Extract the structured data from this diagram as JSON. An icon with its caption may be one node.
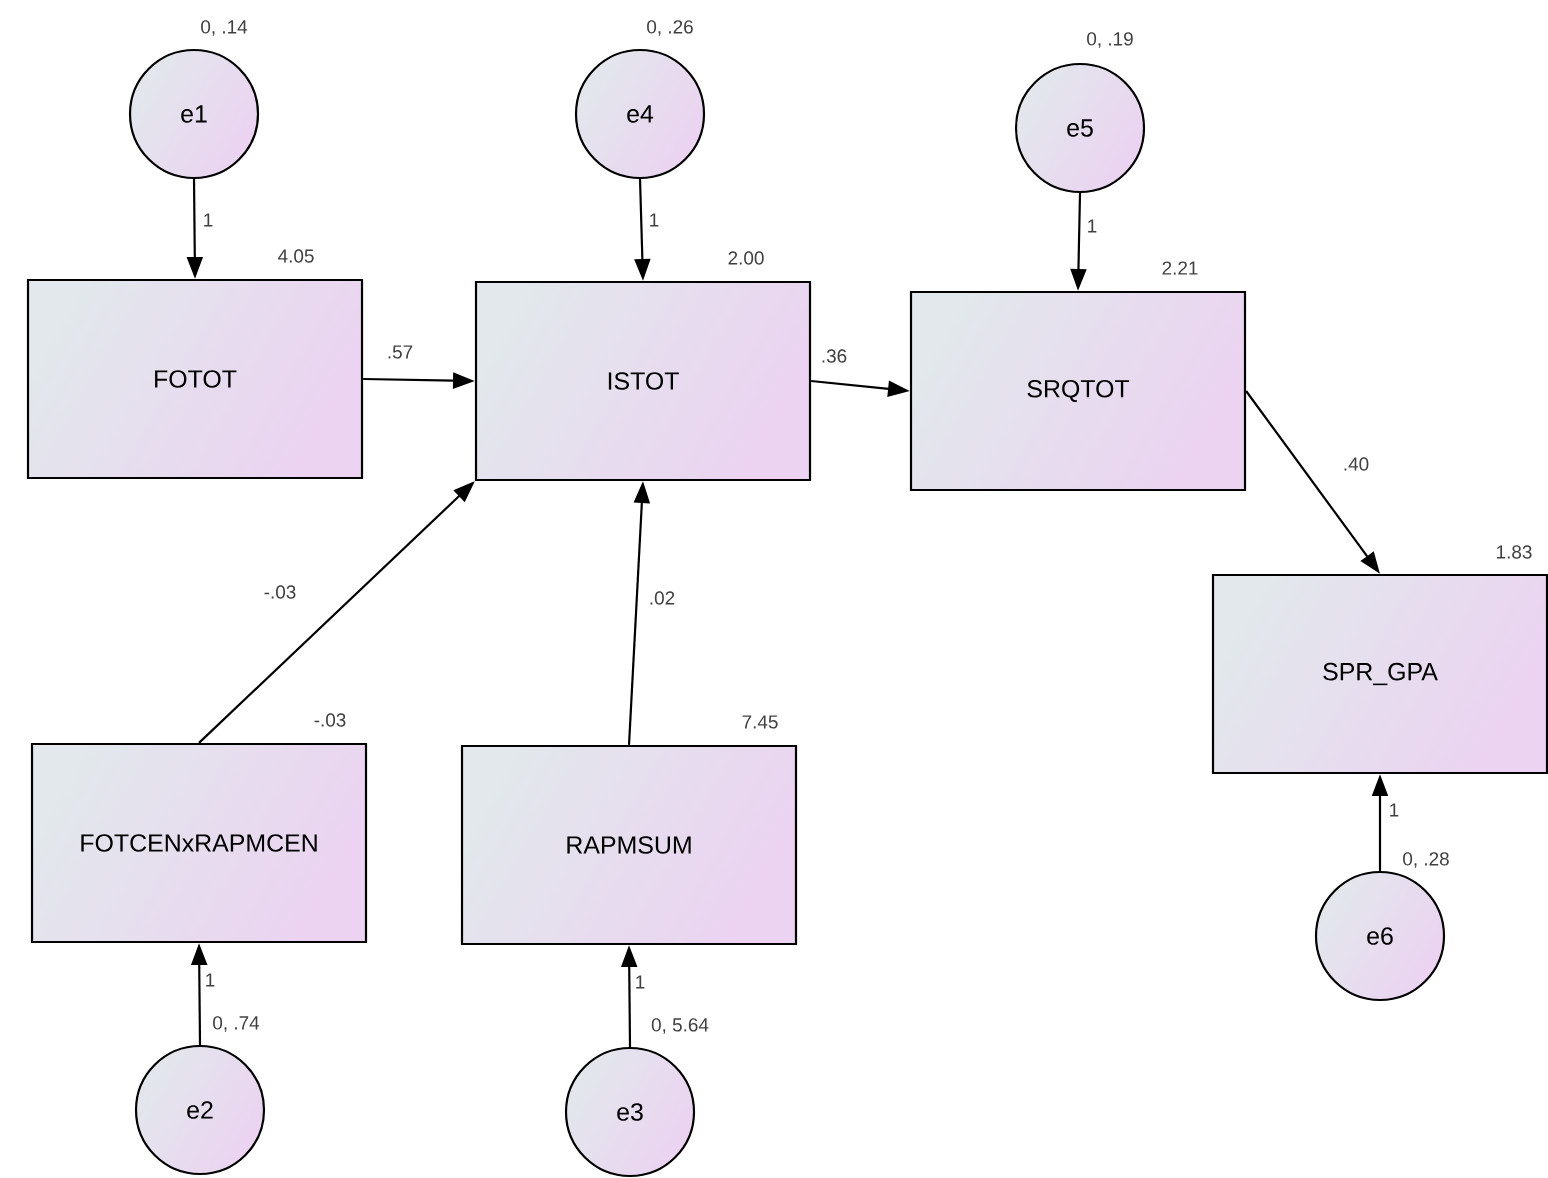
{
  "diagram": {
    "nodes": [
      {
        "text": [
          "e1"
        ],
        "beside": [
          "0, .14"
        ]
      },
      {
        "text": [
          "e4"
        ],
        "beside": [
          "0, .26"
        ]
      },
      {
        "text": [
          "e5"
        ],
        "beside": [
          "0, .19"
        ]
      },
      {
        "text": [
          "FOTOT"
        ],
        "beside": [
          "4.05"
        ]
      },
      {
        "text": [
          "ISTOT"
        ],
        "beside": [
          "2.00"
        ]
      },
      {
        "text": [
          "SRQTOT"
        ],
        "beside": [
          "2.21"
        ]
      },
      {
        "text": [
          "SPR_GPA"
        ],
        "beside": [
          "1.83"
        ]
      },
      {
        "text": [
          "FOTCENxRAPMCEN"
        ],
        "beside": [
          "-.03"
        ]
      },
      {
        "text": [
          "RAPMSUM"
        ],
        "beside": [
          "7.45"
        ]
      },
      {
        "text": [
          "e6"
        ],
        "beside": [
          "0, .28"
        ]
      },
      {
        "text": [
          "e2"
        ],
        "beside": [
          "0, .74"
        ]
      },
      {
        "text": [
          "e3"
        ],
        "beside": [
          "0, 5.64"
        ]
      }
    ],
    "edges": [
      {
        "from": 0,
        "to": 3,
        "arrow": "to",
        "label": "1"
      },
      {
        "from": 1,
        "to": 4,
        "arrow": "to",
        "label": "1"
      },
      {
        "from": 2,
        "to": 5,
        "arrow": "to",
        "label": "1"
      },
      {
        "from": 3,
        "to": 4,
        "arrow": "to",
        "label": ".57"
      },
      {
        "from": 4,
        "to": 5,
        "arrow": "to",
        "label": ".36"
      },
      {
        "from": 5,
        "to": 6,
        "arrow": "to",
        "label": ".40"
      },
      {
        "from": 7,
        "to": 4,
        "arrow": "to",
        "label": "-.03"
      },
      {
        "from": 8,
        "to": 4,
        "arrow": "to",
        "label": ".02"
      },
      {
        "from": 9,
        "to": 6,
        "arrow": "to",
        "label": "1"
      },
      {
        "from": 10,
        "to": 7,
        "arrow": "to",
        "label": "1"
      },
      {
        "from": 11,
        "to": 8,
        "arrow": "to",
        "label": "1"
      }
    ]
  }
}
